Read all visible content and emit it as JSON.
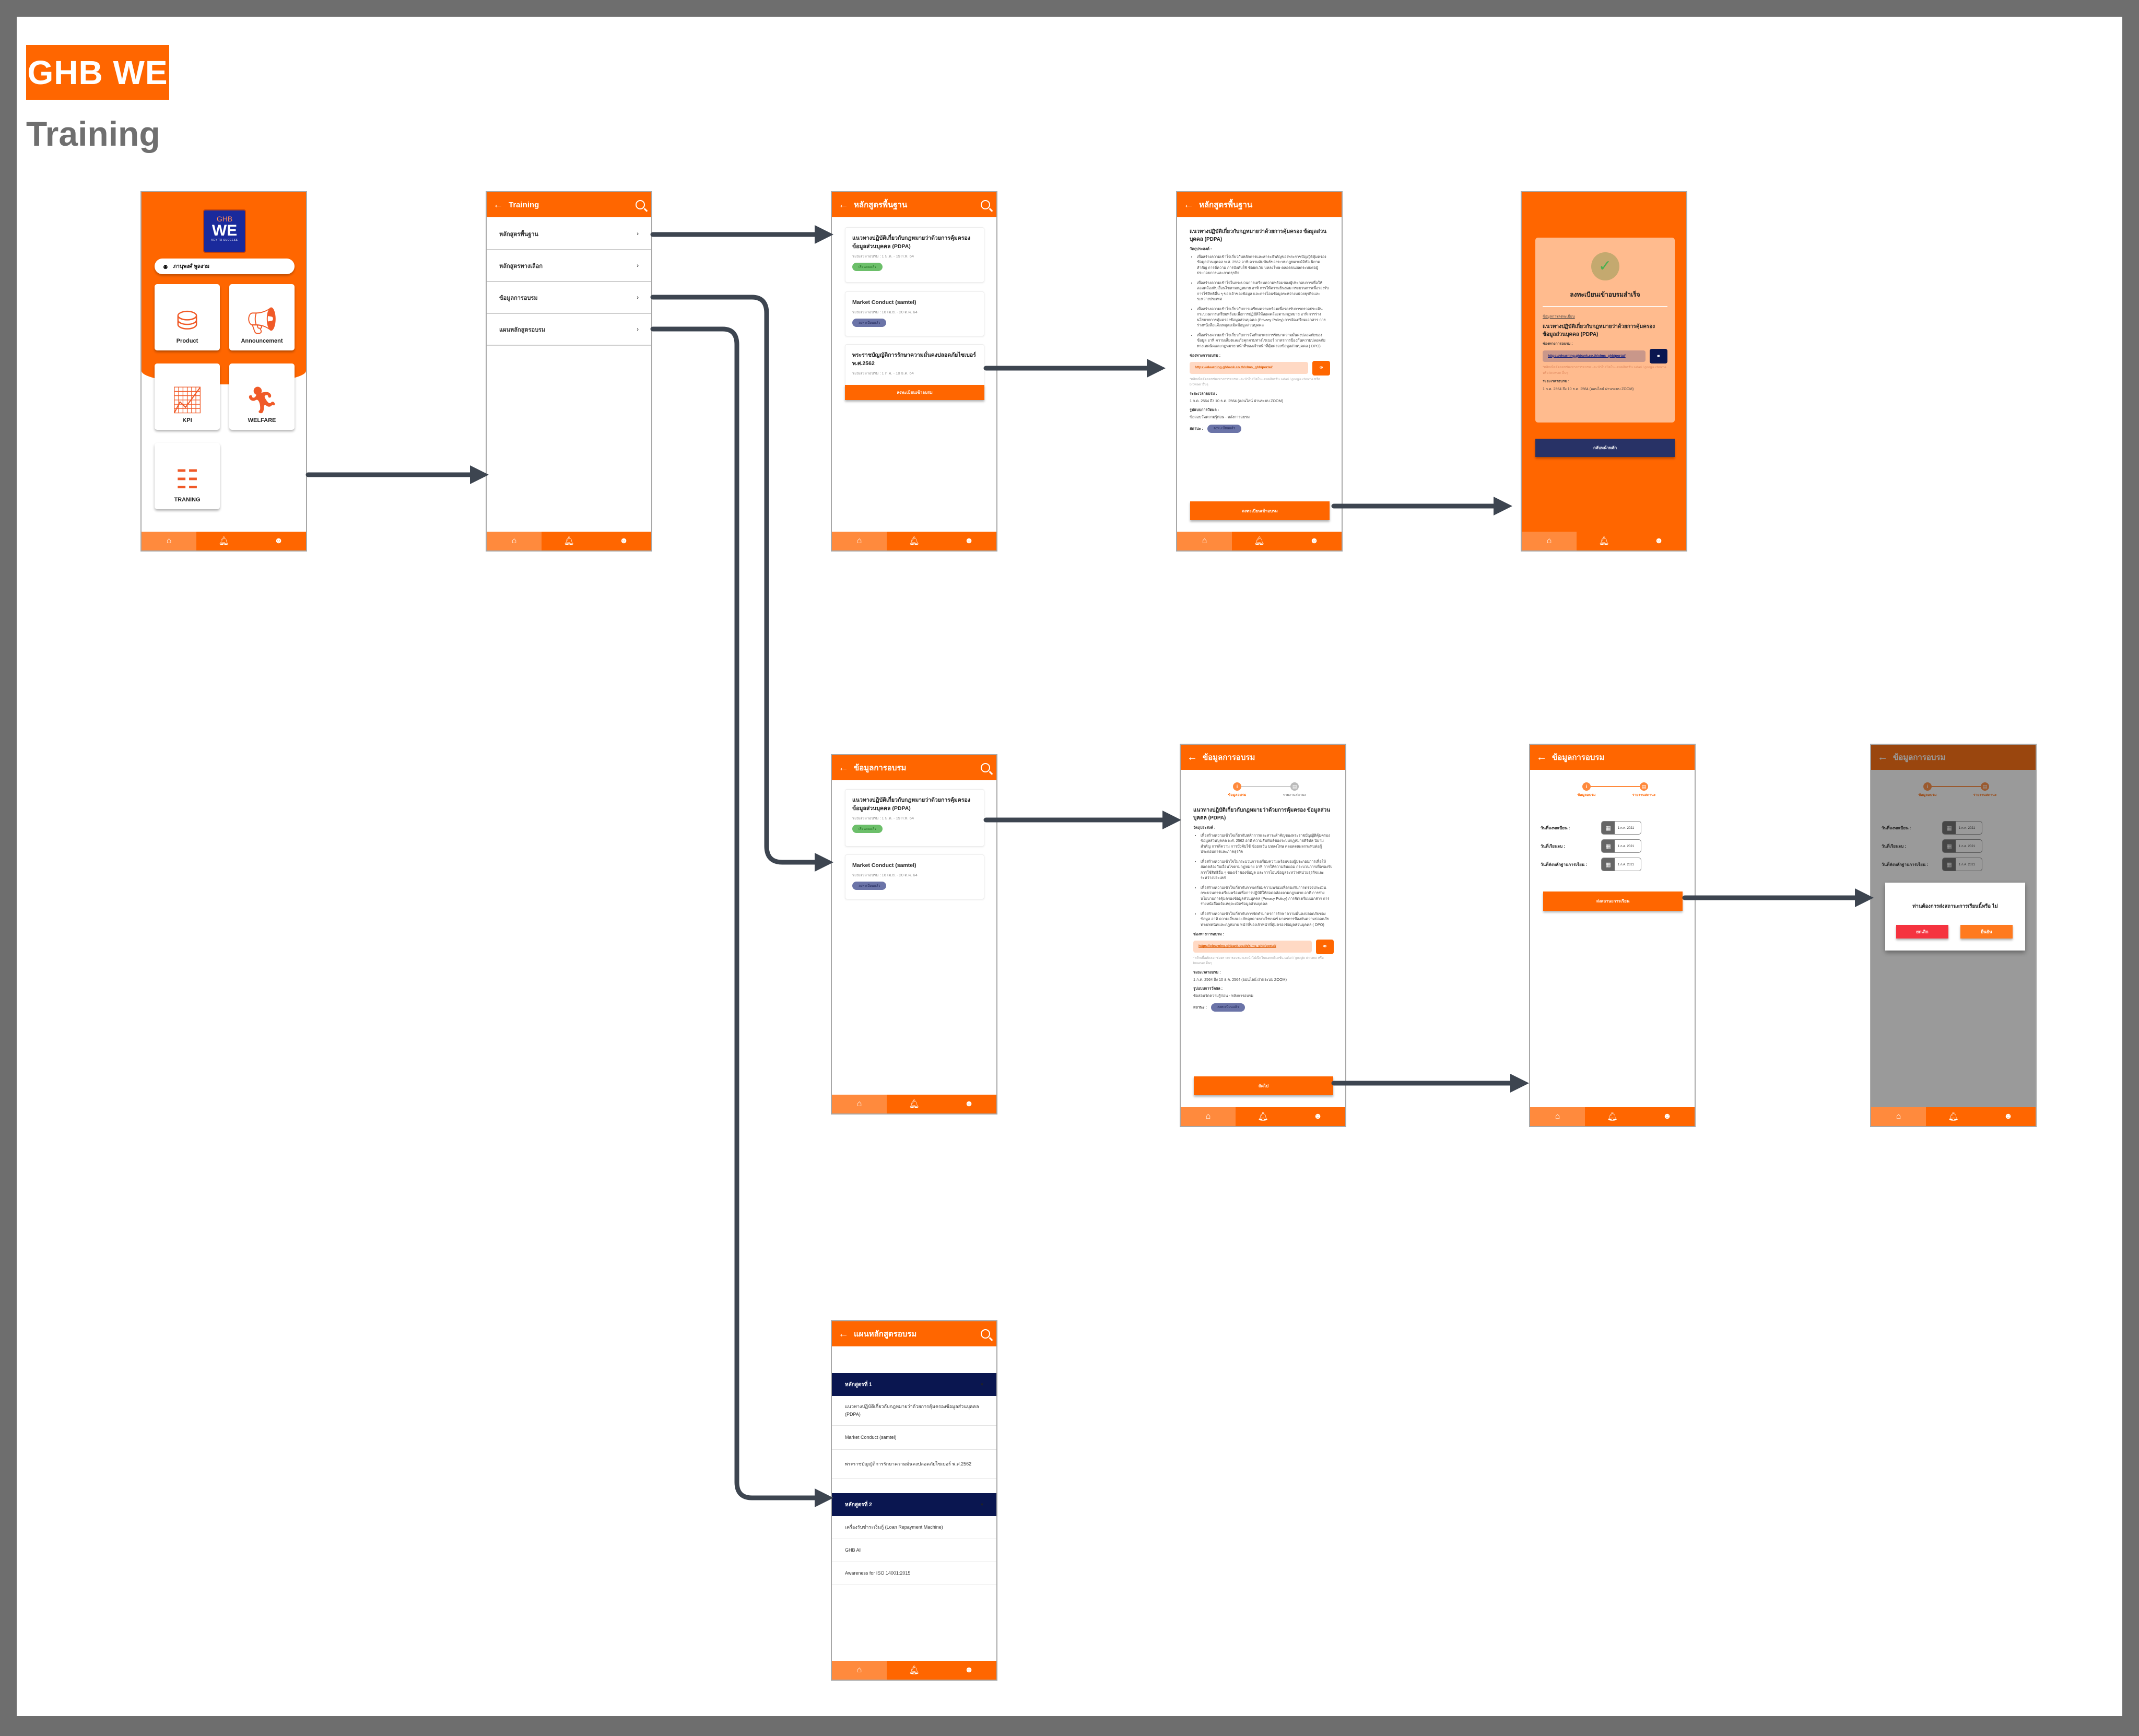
{
  "brand": {
    "logo_text": "GHB WE",
    "page_title": "Training"
  },
  "colors": {
    "primary": "#ff6600",
    "primary_light": "#ff8a3d",
    "navy": "#0a1650",
    "connector": "#3d4550",
    "success_badge": "#6cbf6a",
    "registered_badge": "#6b74a8",
    "cancel": "#f5333f"
  },
  "nav": {
    "items": [
      "home-icon",
      "bell-icon",
      "user-icon"
    ]
  },
  "home": {
    "app_logo": {
      "line1": "GHB",
      "line2": "WE",
      "line3": "KEY TO SUCCESS"
    },
    "user_name": "ภานุพงศ์ พูลงาม",
    "tiles": [
      {
        "label": "Product",
        "icon": "coins-icon"
      },
      {
        "label": "Announcement",
        "icon": "megaphone-icon"
      },
      {
        "label": "KPI",
        "icon": "chart-icon"
      },
      {
        "label": "WELFARE",
        "icon": "runner-icon"
      },
      {
        "label": "TRANING",
        "icon": "presentation-icon"
      }
    ]
  },
  "training_menu": {
    "title": "Training",
    "items": [
      "หลักสูตรพื้นฐาน",
      "หลักสูตรทางเลือก",
      "ข้อมูลการอบรม",
      "แผนหลักสูตรอบรม"
    ]
  },
  "basic_courses": {
    "title": "หลักสูตรพื้นฐาน",
    "courses": [
      {
        "title": "แนวทางปฏิบัติเกี่ยวกับกฎหมายว่าด้วยการคุ้มครอง ข้อมูลส่วนบุคคล (PDPA)",
        "period": "ระยะเวลาอบรม : 1 ม.ค. - 19 ก.พ. 64",
        "status": "เรียนจบแล้ว"
      },
      {
        "title": "Market Conduct (samtel)",
        "period": "ระยะเวลาอบรม : 16 เม.ย. - 20 ต.ค. 64",
        "status": "ลงทะเบียนแล้ว"
      },
      {
        "title": "พระราชบัญญัติการรักษาความมั่นคงปลอดภัยไซเบอร์ พ.ศ.2562",
        "period": "ระยะเวลาอบรม : 1 ก.ค. - 10 ธ.ค. 64"
      }
    ],
    "register_button": "ลงทะเบียนเข้าอบรม"
  },
  "course_detail": {
    "title": "แนวทางปฏิบัติเกี่ยวกับกฎหมายว่าด้วยการคุ้มครอง ข้อมูลส่วนบุคคล (PDPA)",
    "objective_label": "วัตถุประสงค์ :",
    "objectives": [
      "เพื่อสร้างความเข้าใจเกี่ยวกับหลักการและสาระสำคัญของพระราชบัญญัติคุ้มครองข้อมูลส่วนบุคคล พ.ศ. 2562 อาทิ ความสัมพันธ์ของระบบกฎหมายดิจิทัล นิยามสำคัญ การตีความ การบังคับใช้ ข้อยกเว้น บทลงโทษ ตลอดจนผลกระทบต่อผู้ประกอบการและภาคธุรกิจ",
      "เพื่อสร้างความเข้าใจในกระบวนการเตรียมความพร้อมของผู้ประกอบการเพื่อให้สอดคล้องกับเงื่อนไขตามกฎหมาย อาทิ การให้ความยินยอม กระบวนการเพื่อรองรับการใช้สิทธิอื่น ๆ ของเจ้าของข้อมูล และการโอนข้อมูลระหว่างหน่วยธุรกิจและระหว่างประเทศ",
      "เพื่อสร้างความเข้าใจเกี่ยวกับการเตรียมความพร้อมเพื่อรองรับการตรวจประเมิน กระบวนการเตรียมพร้อมเพื่อการปฏิบัติให้สอดคล้องตามกฎหมาย อาทิ การร่างนโยบายการคุ้มครองข้อมูลส่วนบุคคล (Privacy Policy) การจัดเตรียมเอกสาร การร่างหนังสือแจ้งเหตุละเมิดข้อมูลส่วนบุคคล",
      "เพื่อสร้างความเข้าใจเกี่ยวกับการจัดทำมาตรการรักษาความมั่นคงปลอดภัยของข้อมูล อาทิ ความเสี่ยงและภัยคุกคามทางไซเบอร์ มาตรการป้องกันความปลอดภัยทางเทคนิคและกฎหมาย หน้าที่ของเจ้าหน้าที่คุ้มครองข้อมูลส่วนบุคคล ( DPO)"
    ],
    "channel_label": "ช่องทางการอบรม :",
    "channel_url": "https://elearning.ghbank.co.th/xlms_ghb/portal/",
    "channel_note": "*คลิกเพื่อคัดลอกช่องทางการอบรม และนำไปเปิดในแอพพลิเคชัน safari / google chrome หรือ browser อื่นๆ",
    "period_label": "ระยะเวลาอบรม :",
    "period_value": "1 ก.ค. 2564 ถึง 10 ธ.ค. 2564 (ออนไลน์ ผ่านระบบ ZOOM)",
    "evaluation_label": "รูปแบบการวัดผล :",
    "evaluation_value": "ข้อสอบวัดความรู้ก่อน - หลังการอบรม",
    "status_label": "สถานะ :",
    "status_value": "ลงทะเบียนแล้ว",
    "register_button": "ลงทะเบียนเข้าอบรม"
  },
  "success": {
    "title": "ลงทะเบียนเข้าอบรมสำเร็จ",
    "section_label": "ข้อมูลการลงทะเบียน",
    "back_home_button": "กลับหน้าหลัก"
  },
  "training_info": {
    "title": "ข้อมูลการอบรม",
    "steps": [
      "ข้อมูลอบรม",
      "รายงานสถานะ"
    ],
    "next_button": "ถัดไป"
  },
  "status_report": {
    "fields": [
      {
        "label": "วันที่ลงทะเบียน :",
        "value": "1 ก.ค. 2021"
      },
      {
        "label": "วันที่เรียนจบ :",
        "value": "1 ก.ค. 2021"
      },
      {
        "label": "วันที่ส่งหลักฐานการเรียน :",
        "value": "1 ก.ค. 2021"
      }
    ],
    "submit_button": "ส่งสถานะการเรียน"
  },
  "confirm_dialog": {
    "message": "ท่านต้องการส่งสถานะการเรียนนี้หรือ ไม่",
    "cancel_button": "ยกเลิก",
    "confirm_button": "ยืนยัน"
  },
  "course_plan": {
    "title": "แผนหลักสูตรอบรม",
    "groups": [
      {
        "name": "หลักสูตรที่ 1",
        "items": [
          "แนวทางปฏิบัติเกี่ยวกับกฎหมายว่าด้วยการคุ้มครองข้อมูลส่วนบุคคล (PDPA)",
          "Market Conduct (samtel)",
          "พระราชบัญญัติการรักษาความมั่นคงปลอดภัยไซเบอร์ พ.ศ.2562"
        ]
      },
      {
        "name": "หลักสูตรที่ 2",
        "items": [
          "เครื่องรับชำระเงินกู้ (Loan Repayment Machine)",
          "GHB All",
          "Awareness for ISO 14001:2015"
        ]
      }
    ]
  }
}
